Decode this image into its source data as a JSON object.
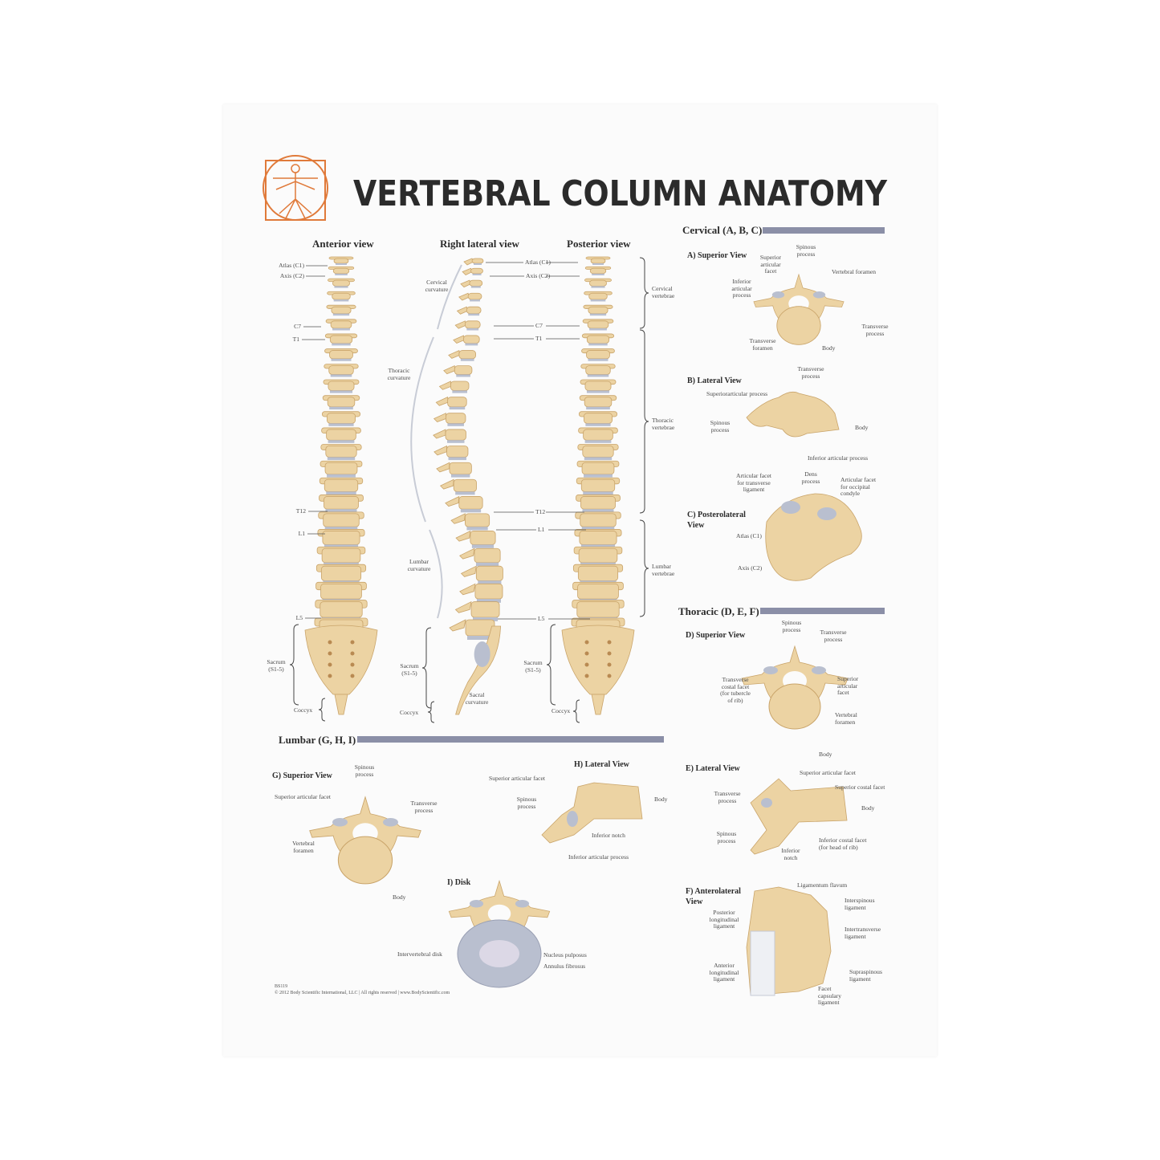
{
  "title": "VERTEBRAL COLUMN ANATOMY",
  "colors": {
    "bone": "#ecd3a3",
    "bone_edge": "#c9a46a",
    "disc": "#b9bfcf",
    "bar": "#8b8fa7",
    "logo": "#e07a3a"
  },
  "views": {
    "anterior": "Anterior view",
    "lateral": "Right lateral view",
    "posterior": "Posterior view"
  },
  "spine_labels": {
    "atlas": "Atlas (C1)",
    "axis": "Axis (C2)",
    "c7": "C7",
    "t1": "T1",
    "t12": "T12",
    "l1": "L1",
    "l5": "L5",
    "sacrum": "Sacrum\n(S1-5)",
    "coccyx": "Coccyx",
    "cervical_curvature": "Cervical\ncurvature",
    "thoracic_curvature": "Thoracic\ncurvature",
    "lumbar_curvature": "Lumbar\ncurvature",
    "sacral_curvature": "Sacral\ncurvature",
    "cervical_vertebrae": "Cervical\nvertebrae",
    "thoracic_vertebrae": "Thoracic\nvertebrae",
    "lumbar_vertebrae": "Lumbar\nvertebrae"
  },
  "cervical": {
    "header": "Cervical (A, B, C)",
    "a": {
      "title": "A) Superior View",
      "spinous": "Spinous\nprocess",
      "sup_facet": "Superior\narticular\nfacet",
      "inf_proc": "Inferior\narticular\nprocess",
      "foramen": "Vertebral foramen",
      "transverse": "Transverse\nprocess",
      "trans_foramen": "Transverse\nforamen",
      "body": "Body"
    },
    "b": {
      "title": "B) Lateral View",
      "transverse": "Transverse\nprocess",
      "sup_proc": "Superiorarticular process",
      "spinous": "Spinous\nprocess",
      "body": "Body",
      "inf_proc": "Inferior articular process"
    },
    "c": {
      "title": "C) Posterolateral\nView",
      "facet_trans": "Articular facet\nfor transverse\nligament",
      "dens": "Dens\nprocess",
      "facet_occ": "Articular facet\nfor occipital\ncondyle",
      "atlas": "Atlas (C1)",
      "axis": "Axis (C2)"
    }
  },
  "thoracic": {
    "header": "Thoracic (D, E, F)",
    "d": {
      "title": "D) Superior View",
      "spinous": "Spinous\nprocess",
      "transverse": "Transverse\nprocess",
      "costal": "Transverse\ncostal facet\n(for tubercle\nof rib)",
      "sup_facet": "Superior\narticular\nfacet",
      "foramen": "Vertebral\nforamen",
      "body": "Body"
    },
    "e": {
      "title": "E) Lateral View",
      "sup_facet": "Superior articular facet",
      "sup_costal": "Superior costal facet",
      "transverse": "Transverse\nprocess",
      "body": "Body",
      "spinous": "Spinous\nprocess",
      "notch": "Inferior\nnotch",
      "inf_costal": "Inferior costal facet\n(for head of rib)"
    },
    "f": {
      "title": "F)  Anterolateral\nView",
      "flavum": "Ligamentum flavum",
      "interspinous": "Interspinous\nligament",
      "post_long": "Posterior\nlongitudinal\nligament",
      "intertrans": "Intertransverse\nligament",
      "ant_long": "Anterior\nlongitudinal\nligament",
      "supraspinous": "Supraspinous\nligament",
      "capsulary": "Facet\ncapsulary\nligament"
    }
  },
  "lumbar": {
    "header": "Lumbar (G, H, I)",
    "g": {
      "title": "G)  Superior View",
      "spinous": "Spinous\nprocess",
      "sup_facet": "Superior articular facet",
      "transverse": "Transverse\nprocess",
      "foramen": "Vertebral\nforamen",
      "body": "Body"
    },
    "h": {
      "title": "H) Lateral View",
      "sup_facet": "Superior articular facet",
      "spinous": "Spinous\nprocess",
      "body": "Body",
      "notch": "Inferior notch",
      "inf_proc": "Inferior articular process"
    },
    "i": {
      "title": "I) Disk",
      "disk": "Intervertebral disk",
      "nucleus": "Nucleus pulposus",
      "annulus": "Annulus fibrosus"
    }
  },
  "footer": {
    "code": "BS119",
    "copyright": "© 2012 Body Scientific International, LLC | All rights reserved | www.BodyScientific.com"
  }
}
